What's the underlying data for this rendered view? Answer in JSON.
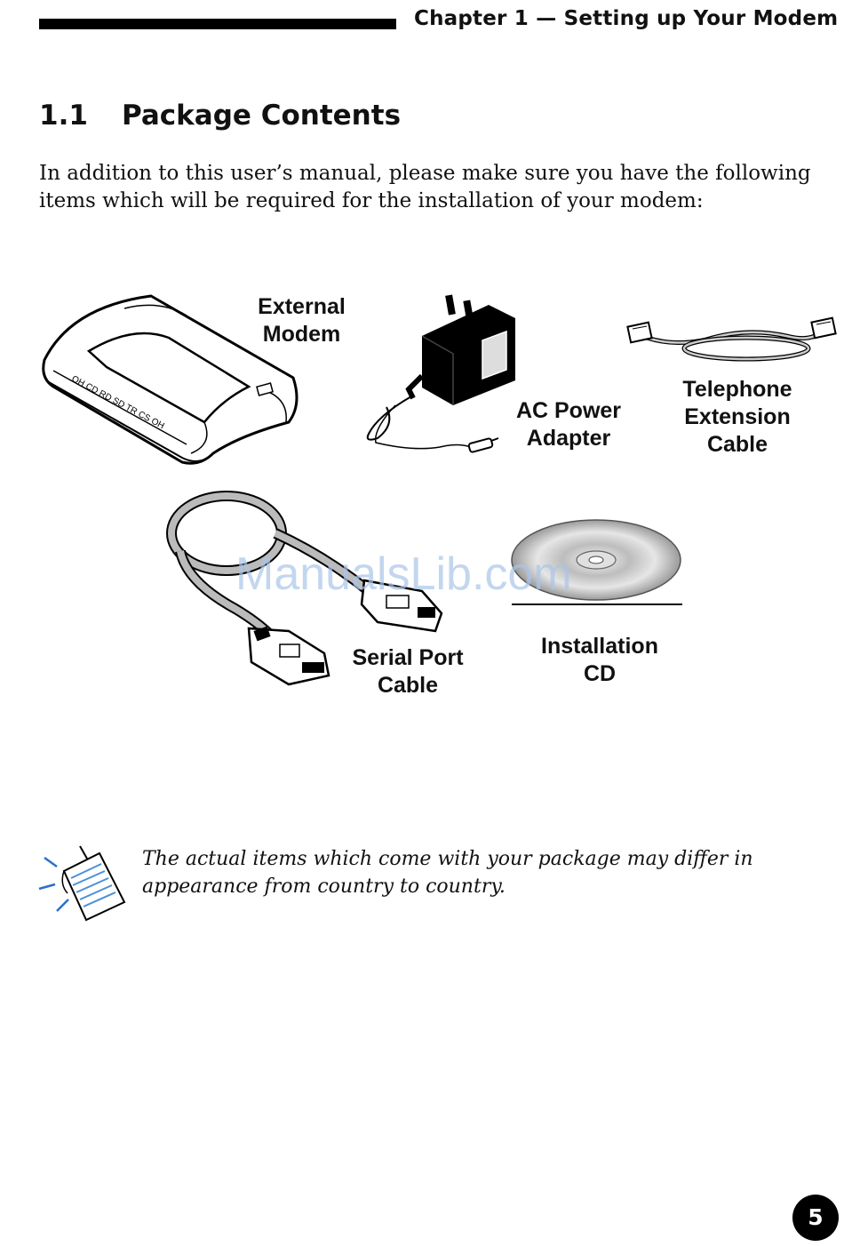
{
  "header": {
    "running_title": "Chapter 1 — Setting up Your Modem"
  },
  "section": {
    "number": "1.1",
    "title": "Package Contents"
  },
  "intro_text": "In addition to this user’s manual, please make sure you have the following items which will be required for the installation of your modem:",
  "figure": {
    "items": [
      {
        "id": "external-modem",
        "label": "External\nModem",
        "icon": "modem-icon"
      },
      {
        "id": "ac-power-adapter",
        "label": "AC Power\nAdapter",
        "icon": "power-adapter-icon"
      },
      {
        "id": "telephone-extension-cable",
        "label": "Telephone\nExtension\nCable",
        "icon": "phone-cable-icon"
      },
      {
        "id": "serial-port-cable",
        "label": "Serial Port\nCable",
        "icon": "serial-cable-icon"
      },
      {
        "id": "installation-cd",
        "label": "Installation\nCD",
        "icon": "cd-icon"
      }
    ],
    "modem_leds": "OH CD RD SD TR CS OH",
    "watermark": "ManualsLib.com"
  },
  "note": {
    "icon": "note-icon",
    "text": "The actual items which come with your package may differ in appearance from country to country."
  },
  "page_number": "5"
}
